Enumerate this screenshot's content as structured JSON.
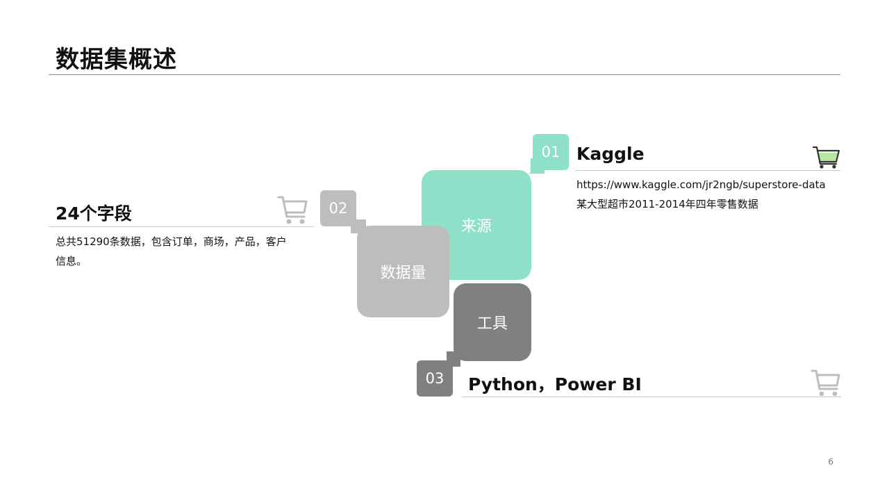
{
  "slide": {
    "title": "数据集概述",
    "page_number": "6"
  },
  "left_card": {
    "heading": "24个字段",
    "line1": "总共51290条数据，包含订单，商场，产品，客户",
    "line2": "信息。",
    "icon": "cart-icon"
  },
  "source_card": {
    "heading": "Kaggle",
    "url": "https://www.kaggle.com/jr2ngb/superstore-data",
    "desc": "某大型超市2011-2014年四年零售数据",
    "icon": "cart-icon"
  },
  "tool_card": {
    "heading": "Python，Power BI",
    "icon": "cart-icon"
  },
  "diagram": {
    "tiles": {
      "source": "来源",
      "volume": "数据量",
      "tool": "工具"
    },
    "numbers": {
      "n01": "01",
      "n02": "02",
      "n03": "03"
    },
    "colors": {
      "source": "#8fe0c8",
      "volume": "#bdbdbd",
      "tool": "#808080"
    }
  }
}
